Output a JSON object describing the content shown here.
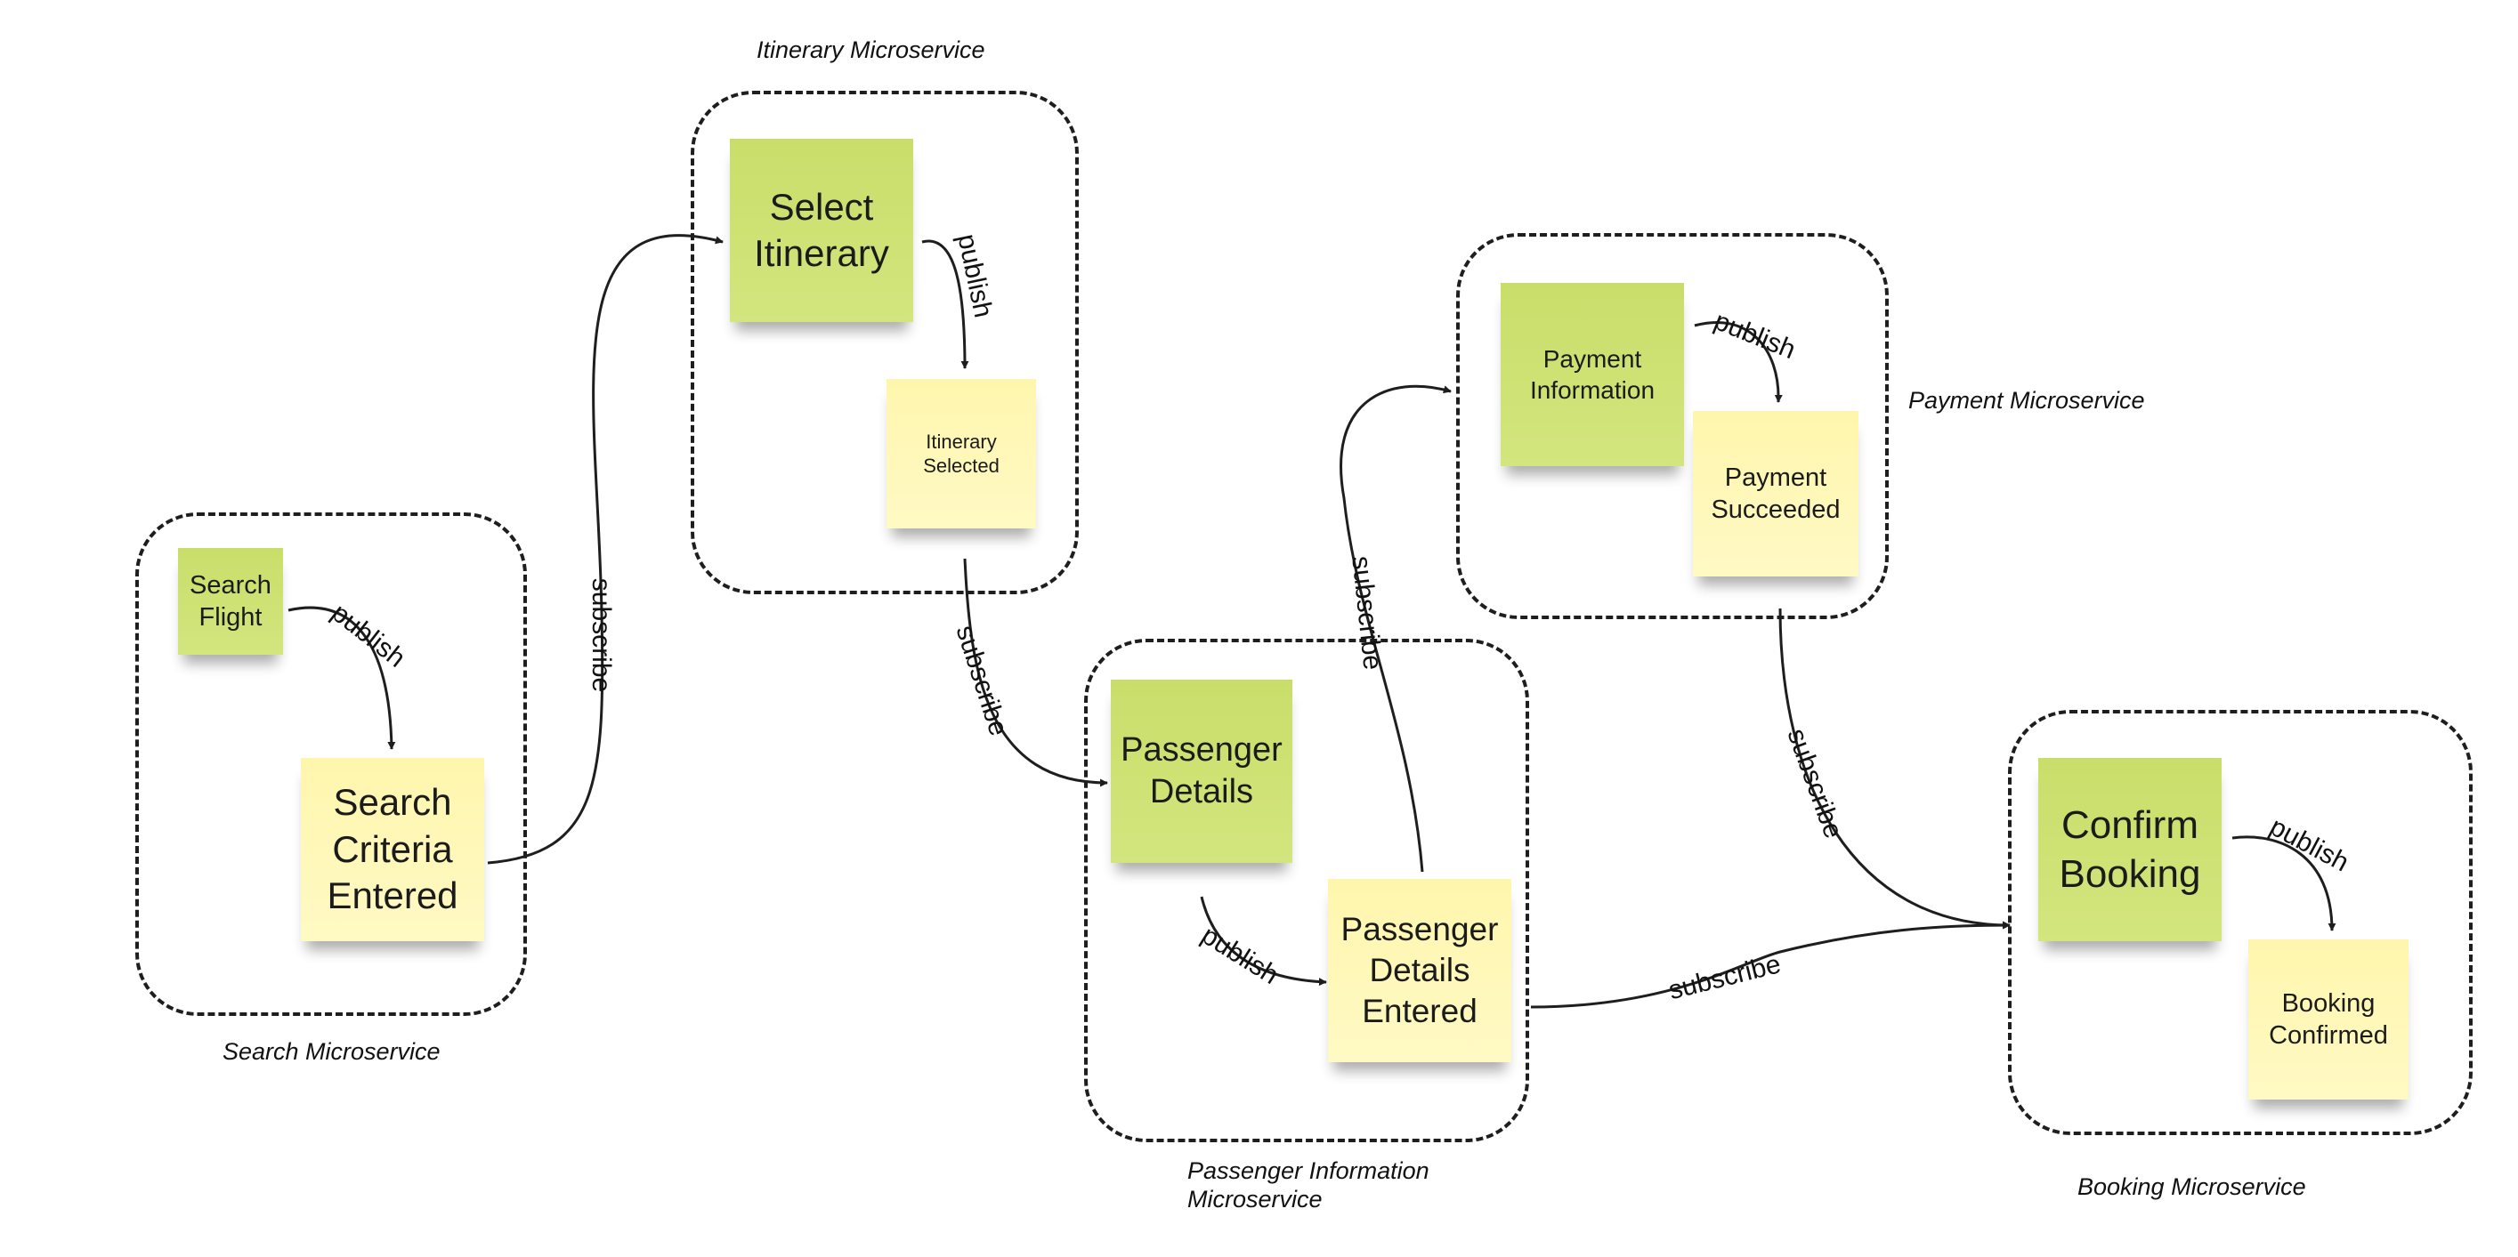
{
  "services": {
    "search": {
      "caption": "Search Microservice",
      "command": "Search\nFlight",
      "event": "Search\nCriteria\nEntered"
    },
    "itinerary": {
      "caption": "Itinerary Microservice",
      "command": "Select\nItinerary",
      "event": "Itinerary\nSelected"
    },
    "passenger": {
      "caption": "Passenger Information\nMicroservice",
      "command": "Passenger\nDetails",
      "event": "Passenger\nDetails\nEntered"
    },
    "payment": {
      "caption": "Payment Microservice",
      "command": "Payment\nInformation",
      "event": "Payment\nSucceeded"
    },
    "booking": {
      "caption": "Booking Microservice",
      "command": "Confirm\nBooking",
      "event": "Booking\nConfirmed"
    }
  },
  "links": {
    "publish": "publish",
    "subscribe": "subscribe"
  },
  "colors": {
    "command_note": "#cfe274",
    "event_note": "#fff7b3",
    "line": "#1e1e1e"
  }
}
